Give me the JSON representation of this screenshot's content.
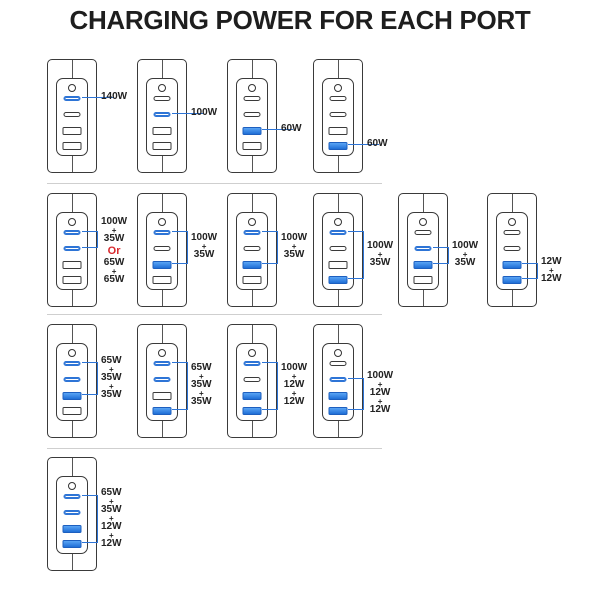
{
  "title": "CHARGING POWER FOR EACH PORT",
  "colors": {
    "active_port": "#2d74d6",
    "or_text": "#d8272c",
    "outline": "#3a3a3a"
  },
  "separator": "+",
  "configs": [
    {
      "active": [
        1
      ],
      "labels": [
        "140W"
      ]
    },
    {
      "active": [
        2
      ],
      "labels": [
        "100W"
      ]
    },
    {
      "active": [
        3
      ],
      "labels": [
        "60W"
      ]
    },
    {
      "active": [
        4
      ],
      "labels": [
        "60W"
      ]
    },
    {
      "active": [
        1,
        2
      ],
      "labels": [
        "100W",
        "35W"
      ],
      "or": "Or",
      "alt_labels": [
        "65W",
        "65W"
      ]
    },
    {
      "active": [
        1,
        3
      ],
      "labels": [
        "100W",
        "35W"
      ]
    },
    {
      "active": [
        1,
        3
      ],
      "labels": [
        "100W",
        "35W"
      ]
    },
    {
      "active": [
        1,
        4
      ],
      "labels": [
        "100W",
        "35W"
      ]
    },
    {
      "active": [
        2,
        3
      ],
      "labels": [
        "100W",
        "35W"
      ]
    },
    {
      "active": [
        3,
        4
      ],
      "labels": [
        "12W",
        "12W"
      ]
    },
    {
      "active": [
        1,
        2,
        3
      ],
      "labels": [
        "65W",
        "35W",
        "35W"
      ]
    },
    {
      "active": [
        1,
        2,
        4
      ],
      "labels": [
        "65W",
        "35W",
        "35W"
      ]
    },
    {
      "active": [
        1,
        3,
        4
      ],
      "labels": [
        "100W",
        "12W",
        "12W"
      ]
    },
    {
      "active": [
        2,
        3,
        4
      ],
      "labels": [
        "100W",
        "12W",
        "12W"
      ]
    },
    {
      "active": [
        1,
        2,
        3,
        4
      ],
      "labels": [
        "65W",
        "35W",
        "12W",
        "12W"
      ]
    }
  ]
}
